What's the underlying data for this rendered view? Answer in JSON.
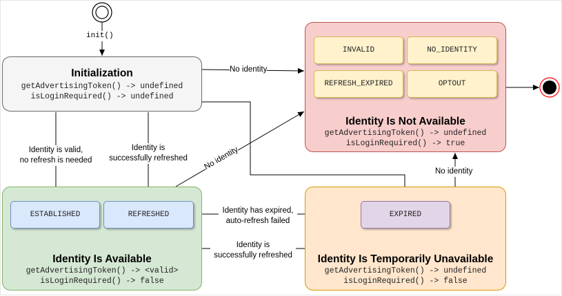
{
  "init_transition": "init()",
  "states": {
    "initialization": {
      "title": "Initialization",
      "lines": [
        "getAdvertisingToken() -> undefined",
        "isLoginRequired() -> undefined"
      ]
    },
    "not_available": {
      "title": "Identity Is Not Available",
      "lines": [
        "getAdvertisingToken() -> undefined",
        "isLoginRequired() -> true"
      ],
      "substates": [
        "INVALID",
        "NO_IDENTITY",
        "REFRESH_EXPIRED",
        "OPTOUT"
      ]
    },
    "available": {
      "title": "Identity Is Available",
      "lines": [
        "getAdvertisingToken() -> <valid>",
        "isLoginRequired() -> false"
      ],
      "substates": [
        "ESTABLISHED",
        "REFRESHED"
      ]
    },
    "temp_unavailable": {
      "title": "Identity Is Temporarily Unavailable",
      "lines": [
        "getAdvertisingToken() -> undefined",
        "isLoginRequired() -> false"
      ],
      "substates": [
        "EXPIRED"
      ]
    }
  },
  "transitions": {
    "init_no_identity": "No identity",
    "valid_no_refresh": [
      "Identity is valid,",
      "no refresh is needed"
    ],
    "refreshed": [
      "Identity is",
      "successfully refreshed"
    ],
    "available_no_identity": "No identity",
    "expired_autorefresh_failed": [
      "Identity has expired,",
      "auto-refresh failed"
    ],
    "temp_refreshed": [
      "Identity is",
      "successfully refreshed"
    ],
    "temp_no_identity": "No identity"
  },
  "colors": {
    "init_fill": "#f5f5f5",
    "init_stroke": "#666666",
    "notavail_fill": "#f8cecc",
    "notavail_stroke": "#b85450",
    "avail_fill": "#d5e8d4",
    "avail_stroke": "#82b366",
    "temp_fill": "#ffe6cc",
    "temp_stroke": "#d79b00",
    "sub_yellow": "#fff2cc",
    "sub_yellow_stroke": "#d6b656",
    "sub_blue": "#dae8fc",
    "sub_blue_stroke": "#6c8ebf",
    "sub_purple": "#e1d5e7",
    "sub_purple_stroke": "#9673a6",
    "final_stroke": "#ff0000"
  }
}
